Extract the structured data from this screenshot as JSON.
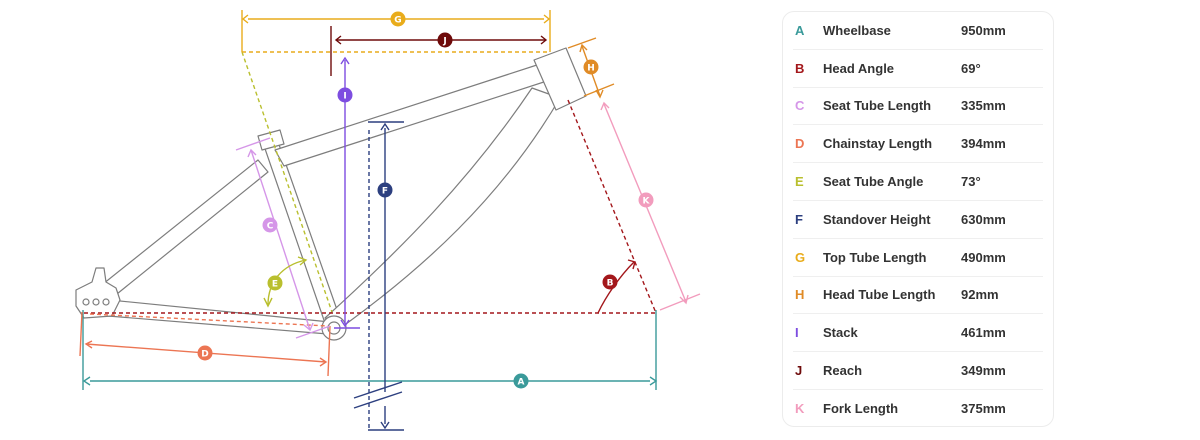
{
  "colors": {
    "frame": "#7d7d7d",
    "A": "#3a9a9a",
    "B": "#a3171b",
    "C": "#d596e8",
    "D": "#ec7553",
    "E": "#b9bf2e",
    "F": "#2c3f7f",
    "G": "#e9ac1b",
    "H": "#e08b26",
    "I": "#7d4de0",
    "J": "#6e0a0a",
    "K": "#f29cbd"
  },
  "geometry": [
    {
      "letter": "A",
      "name": "Wheelbase",
      "value": "950mm"
    },
    {
      "letter": "B",
      "name": "Head Angle",
      "value": "69°"
    },
    {
      "letter": "C",
      "name": "Seat Tube Length",
      "value": "335mm"
    },
    {
      "letter": "D",
      "name": "Chainstay Length",
      "value": "394mm"
    },
    {
      "letter": "E",
      "name": "Seat Tube Angle",
      "value": "73°"
    },
    {
      "letter": "F",
      "name": "Standover Height",
      "value": "630mm"
    },
    {
      "letter": "G",
      "name": "Top Tube Length",
      "value": "490mm"
    },
    {
      "letter": "H",
      "name": "Head Tube Length",
      "value": "92mm"
    },
    {
      "letter": "I",
      "name": "Stack",
      "value": "461mm"
    },
    {
      "letter": "J",
      "name": "Reach",
      "value": "349mm"
    },
    {
      "letter": "K",
      "name": "Fork Length",
      "value": "375mm"
    }
  ]
}
